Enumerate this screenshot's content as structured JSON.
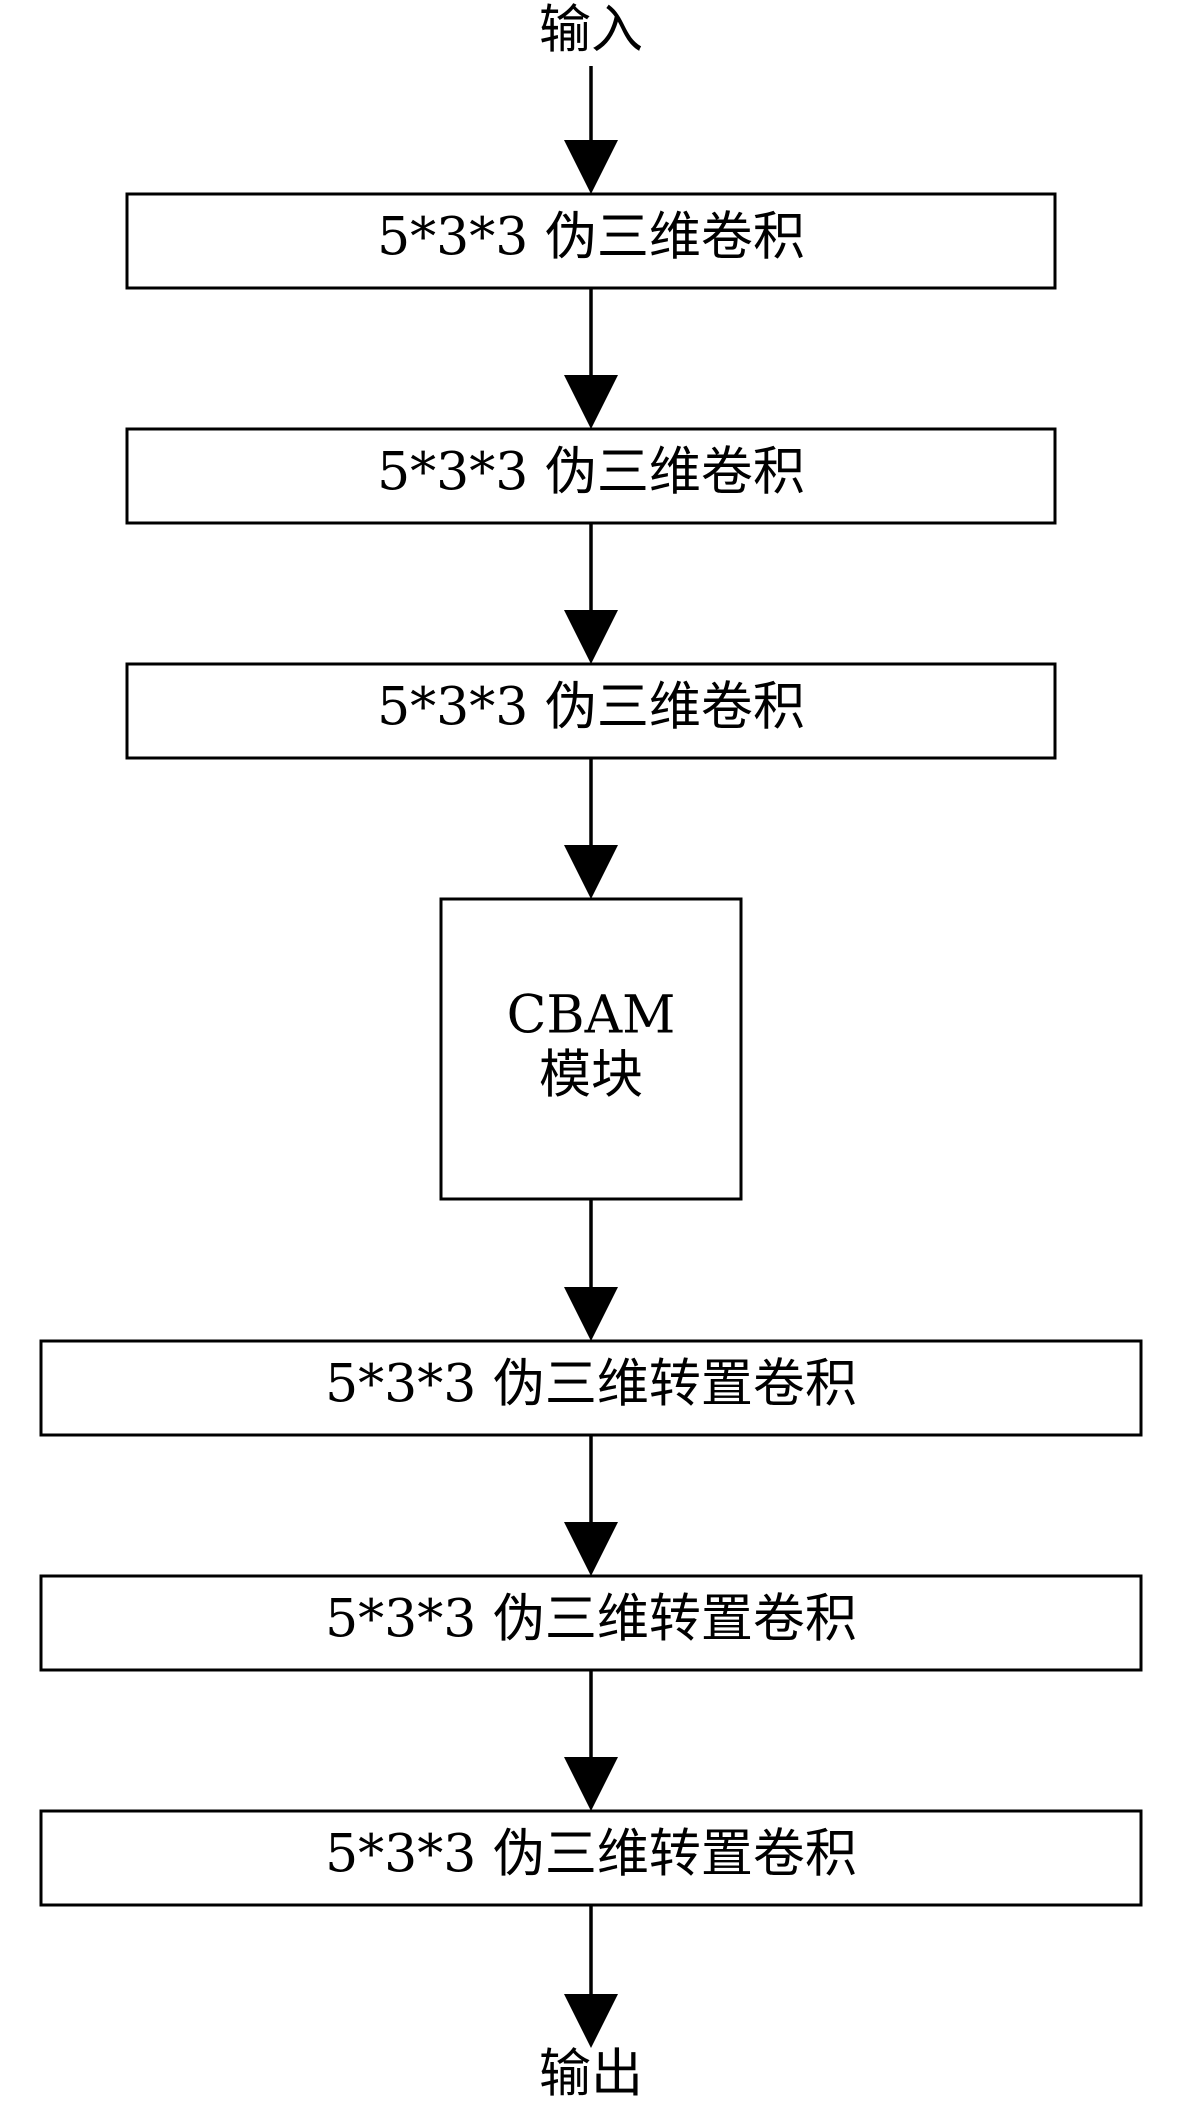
{
  "diagram": {
    "input_label": "输入",
    "output_label": "输出",
    "nodes": [
      {
        "id": "conv-1",
        "label_lines": [
          "5*3*3 伪三维卷积"
        ]
      },
      {
        "id": "conv-2",
        "label_lines": [
          "5*3*3 伪三维卷积"
        ]
      },
      {
        "id": "conv-3",
        "label_lines": [
          "5*3*3 伪三维卷积"
        ]
      },
      {
        "id": "cbam",
        "label_lines": [
          "CBAM",
          "模块"
        ]
      },
      {
        "id": "tconv-1",
        "label_lines": [
          "5*3*3 伪三维转置卷积"
        ]
      },
      {
        "id": "tconv-2",
        "label_lines": [
          "5*3*3 伪三维转置卷积"
        ]
      },
      {
        "id": "tconv-3",
        "label_lines": [
          "5*3*3 伪三维转置卷积"
        ]
      }
    ],
    "edges": [
      {
        "from": "input",
        "to": "conv-1"
      },
      {
        "from": "conv-1",
        "to": "conv-2"
      },
      {
        "from": "conv-2",
        "to": "conv-3"
      },
      {
        "from": "conv-3",
        "to": "cbam"
      },
      {
        "from": "cbam",
        "to": "tconv-1"
      },
      {
        "from": "tconv-1",
        "to": "tconv-2"
      },
      {
        "from": "tconv-2",
        "to": "tconv-3"
      },
      {
        "from": "tconv-3",
        "to": "output"
      }
    ]
  }
}
